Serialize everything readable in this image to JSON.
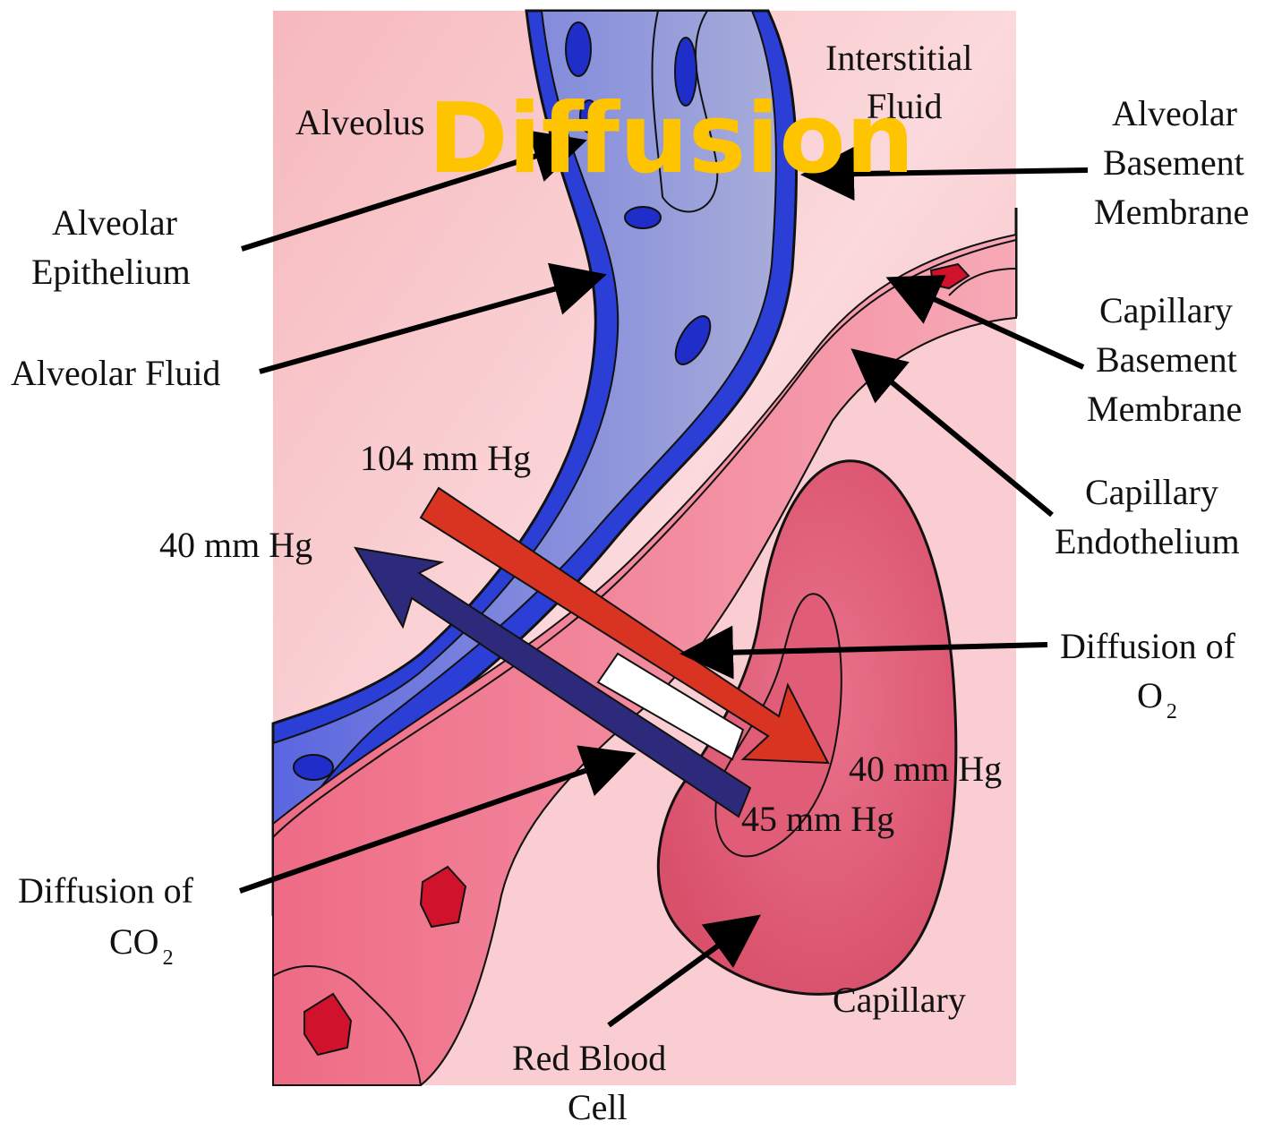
{
  "title": "Diffusion",
  "labels": {
    "alveolus": "Alveolus",
    "interstitial_fluid": [
      "Interstitial",
      "Fluid"
    ],
    "alveolar_basement_membrane": [
      "Alveolar",
      "Basement",
      "Membrane"
    ],
    "alveolar_epithelium": [
      "Alveolar",
      "Epithelium"
    ],
    "alveolar_fluid": "Alveolar Fluid",
    "capillary_basement_membrane": [
      "Capillary",
      "Basement",
      "Membrane"
    ],
    "capillary_endothelium": [
      "Capillary",
      "Endothelium"
    ],
    "diffusion_o2": {
      "line1": "Diffusion of",
      "line2": "O",
      "sub": "2"
    },
    "diffusion_co2": {
      "line1": "Diffusion of",
      "line2": "CO",
      "sub": "2"
    },
    "capillary": "Capillary",
    "red_blood_cell": [
      "Red Blood",
      "Cell"
    ]
  },
  "pressures": {
    "alveolar_o2": "104 mm Hg",
    "alveolar_co2": "40 mm Hg",
    "capillary_o2": "40 mm Hg",
    "capillary_co2": "45 mm Hg"
  },
  "colors": {
    "background_tissue": "#f7c6c8",
    "alveolar_wall": "#2b3fd6",
    "alveolar_fluid": "#8f96d8",
    "capillary_wall": "#a8102a",
    "capillary_blood": "#e8647c",
    "o2_arrow": "#d93322",
    "co2_arrow": "#2d2a7c",
    "title": "#ffc400"
  }
}
